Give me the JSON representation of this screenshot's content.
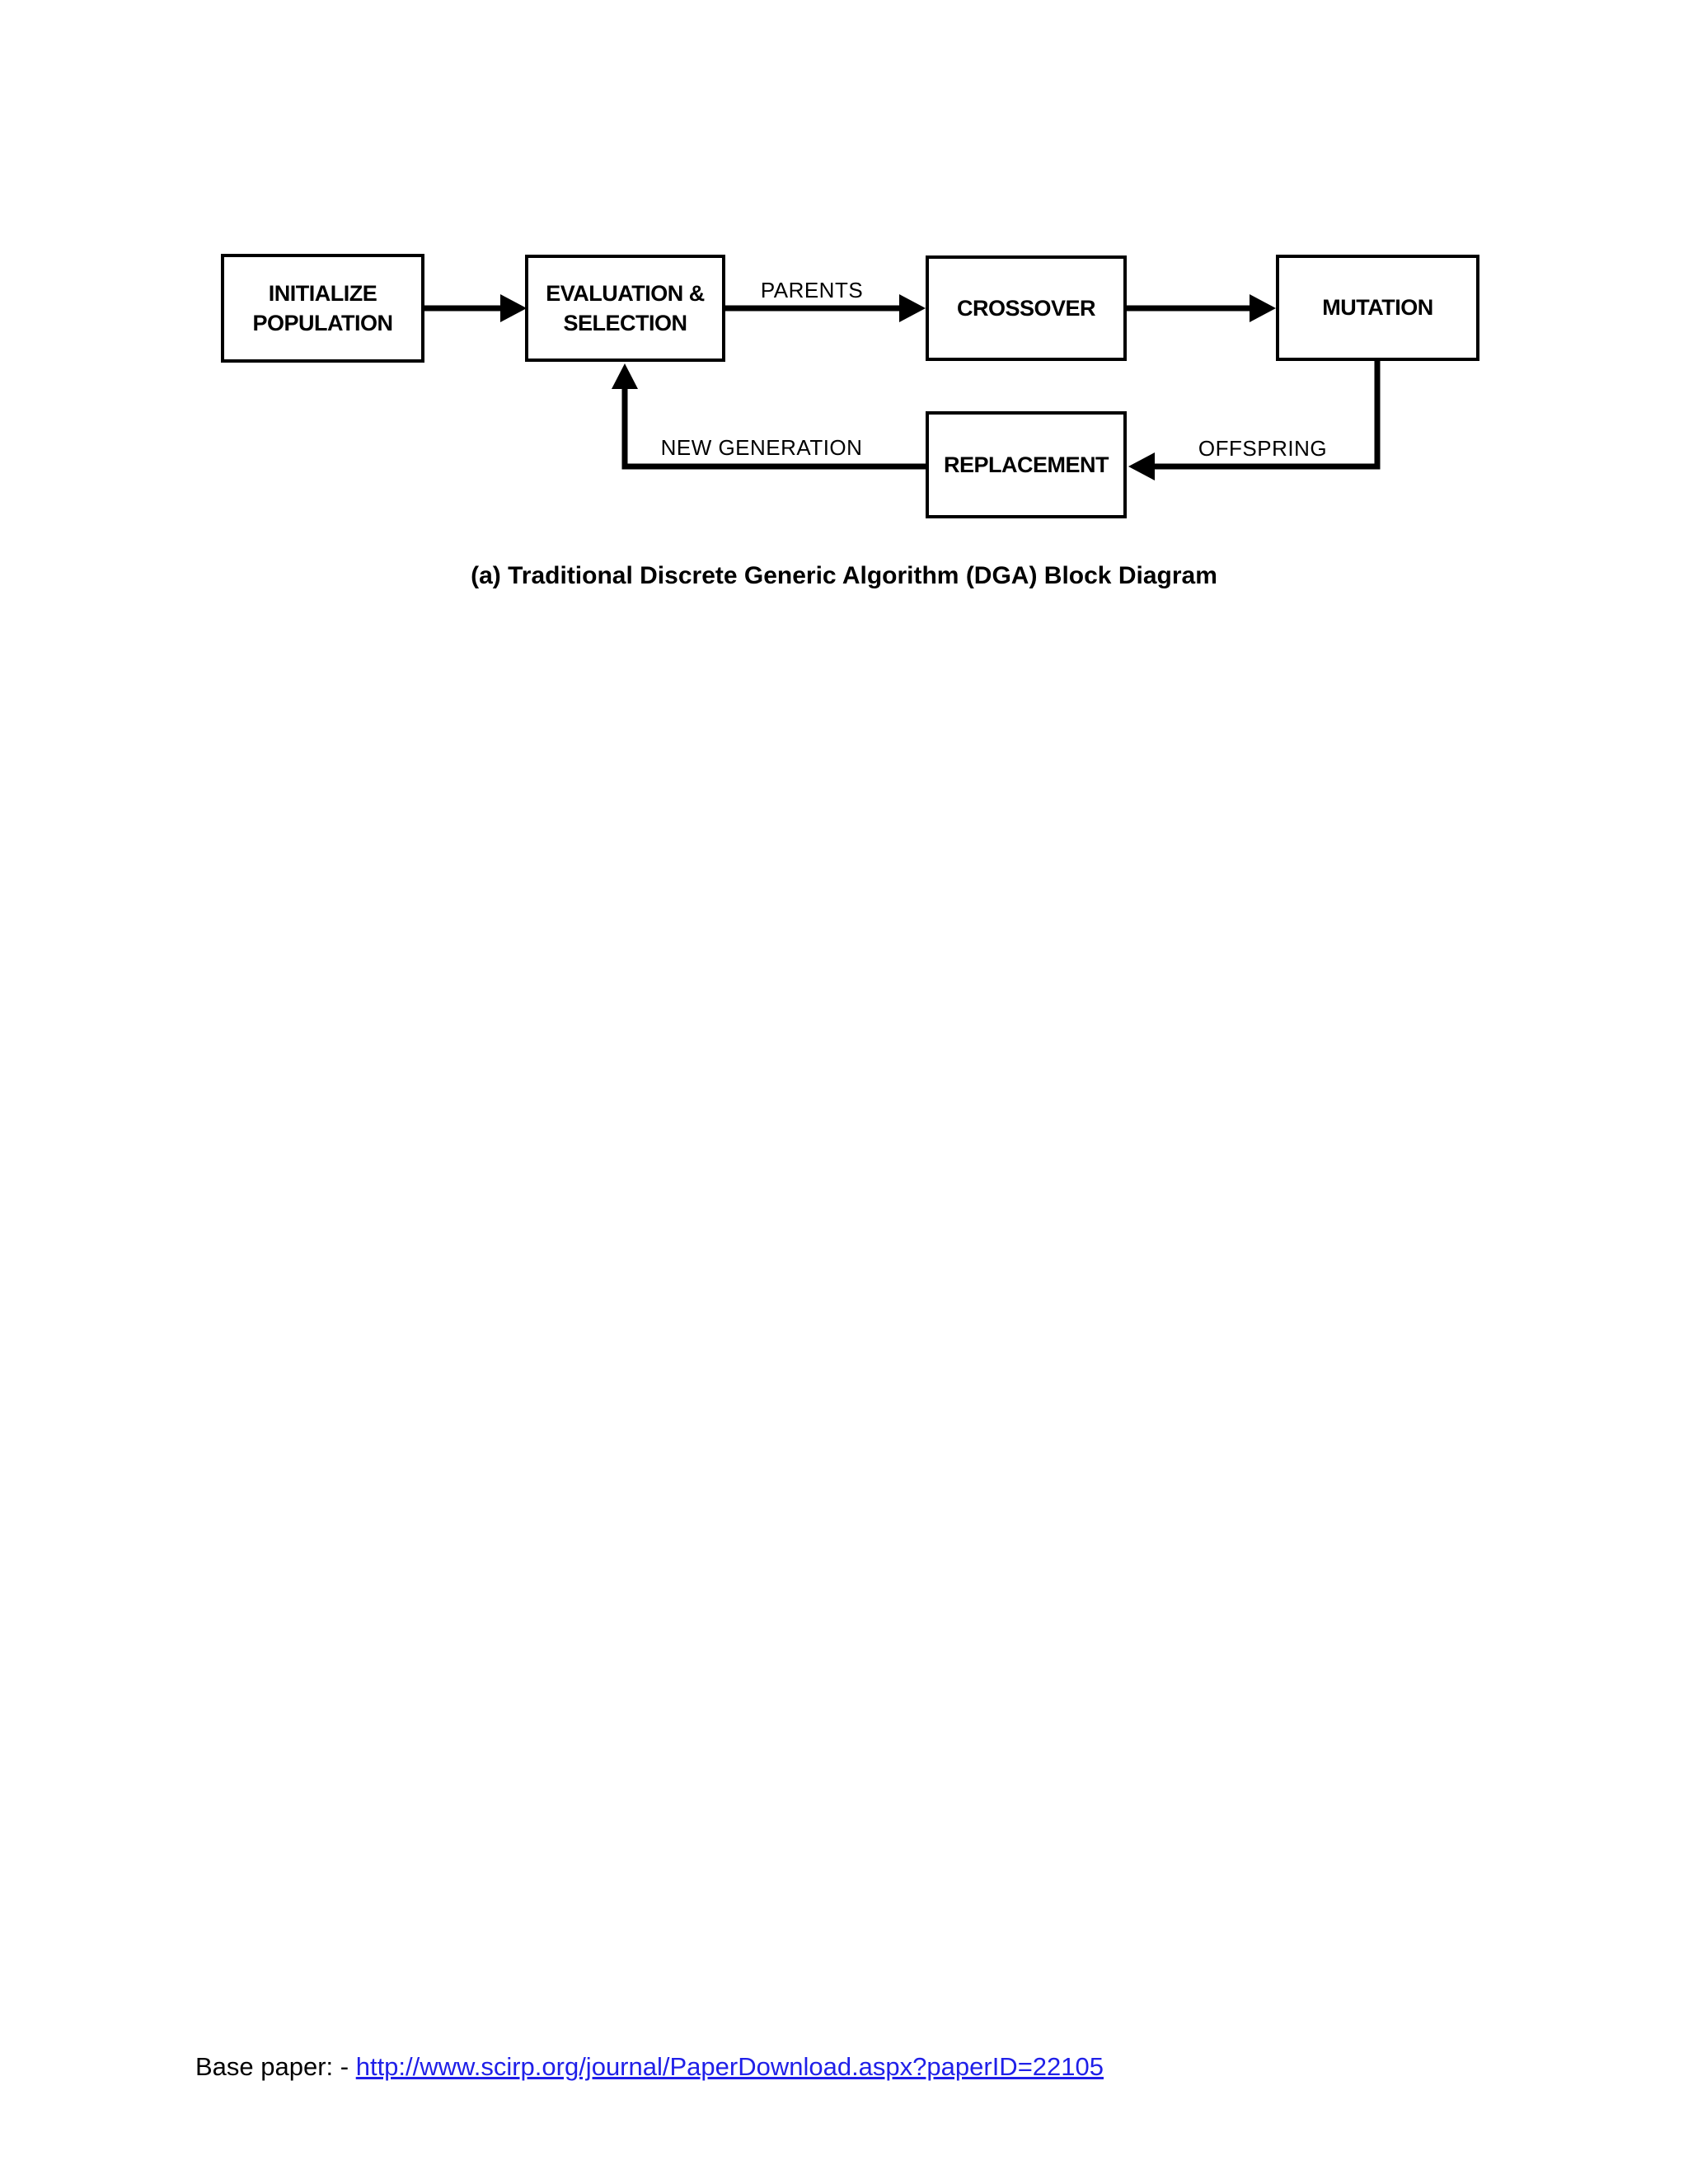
{
  "diagram": {
    "boxes": [
      {
        "id": "initialize-population",
        "label": "INITIALIZE\nPOPULATION"
      },
      {
        "id": "evaluation-selection",
        "label": "EVALUATION &\nSELECTION"
      },
      {
        "id": "crossover",
        "label": "CROSSOVER"
      },
      {
        "id": "mutation",
        "label": "MUTATION"
      },
      {
        "id": "replacement",
        "label": "REPLACEMENT"
      }
    ],
    "edge_labels": {
      "parents": "PARENTS",
      "offspring": "OFFSPRING",
      "new_generation": "NEW GENERATION"
    },
    "caption": "(a) Traditional Discrete Generic Algorithm (DGA) Block Diagram",
    "line_color": "#000000"
  },
  "footer": {
    "prefix": "Base paper: - ",
    "link_text": "http://www.scirp.org/journal/PaperDownload.aspx?paperID=22105",
    "link_color": "#1f1fe8"
  }
}
